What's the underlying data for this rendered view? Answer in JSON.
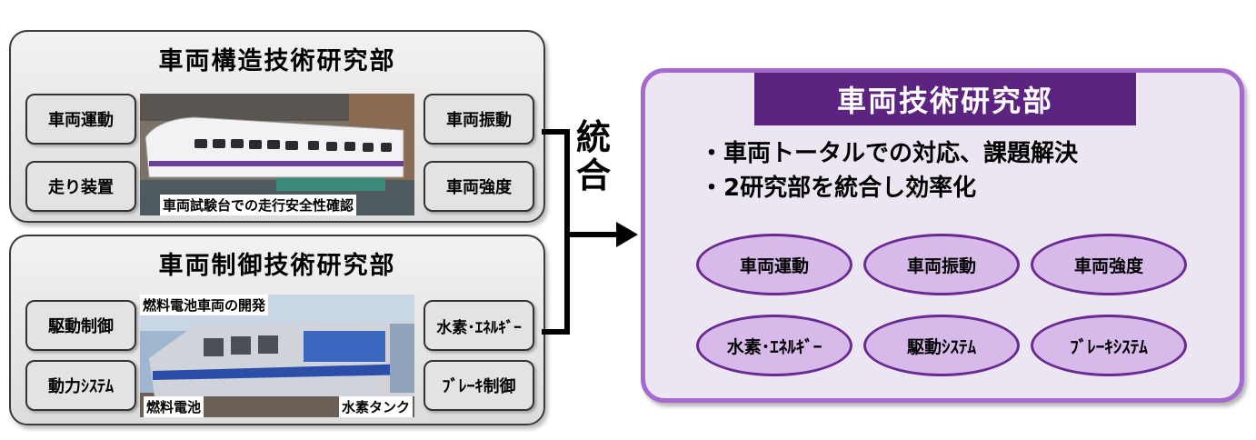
{
  "top_dept": {
    "title": "車両構造技術研究部",
    "left_items": [
      "車両運動",
      "走り装置"
    ],
    "right_items": [
      "車両振動",
      "車両強度"
    ],
    "photo_caption": "車両試験台での走行安全性確認"
  },
  "bottom_dept": {
    "title": "車両制御技術研究部",
    "left_items": [
      "駆動制御",
      "動力ｼｽﾃﾑ"
    ],
    "right_items": [
      "水素･ｴﾈﾙｷﾞｰ",
      "ﾌﾞﾚｰｷ制御"
    ],
    "photo_caption_top": "燃料電池車両の開発",
    "photo_label_left": "燃料電池",
    "photo_label_right": "水素タンク"
  },
  "merge_label": "統合",
  "merged_dept": {
    "title": "車両技術研究部",
    "bullets": [
      "・車両トータルでの対応、課題解決",
      "・2研究部を統合し効率化"
    ],
    "fields": [
      "車両運動",
      "車両振動",
      "車両強度",
      "水素･ｴﾈﾙｷﾞｰ",
      "駆動ｼｽﾃﾑ",
      "ﾌﾞﾚｰｷｼｽﾃﾑ"
    ]
  },
  "colors": {
    "merged_border": "#a46ad0",
    "merged_title_bg": "#5c2380",
    "oval_fill": "#d7b9ea",
    "dept_fill": "#e6e6e6"
  }
}
